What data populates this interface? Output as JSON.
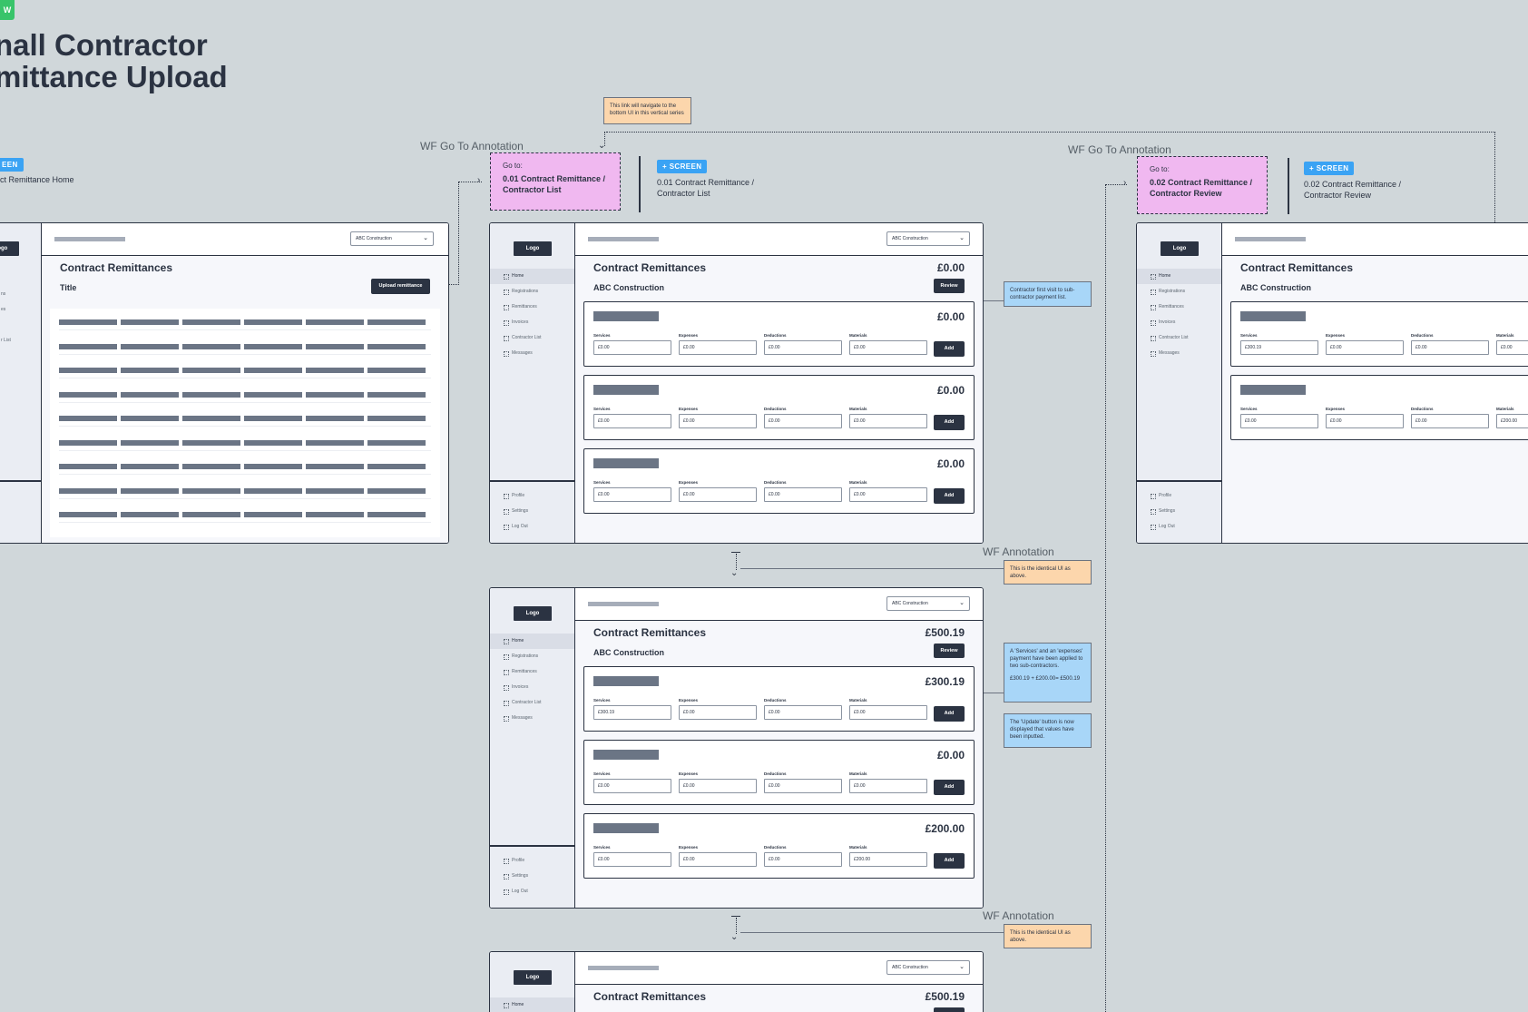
{
  "header": {
    "badge": "W",
    "title": "nall Contractor\nmittance Upload"
  },
  "annotations": {
    "wf_goto_label": "WF Go To Annotation",
    "wf_annotation_label": "WF Annotation",
    "nav_note": "This link will navigate to the bottom UI in this vertical series",
    "first_visit_note": "Contractor first visit to sub-contractor payment list.",
    "identical_note": "This is the identical UI as above.",
    "payment_note_line1": "A 'Services' and an 'expenses' payment have been applied to two sub-contractors.",
    "payment_note_line2": "£300.19 + £200.00= £500.19",
    "update_note": "The 'Update' button is now displayed that values have been inputted."
  },
  "screens": {
    "badge_label": "+ SCREEN",
    "left_badge": "EEN",
    "left_name": "ct Remittance Home",
    "s001_name": "0.01 Contract Remittance / Contractor List",
    "s002_name": "0.02 Contract Remittance / Contractor Review"
  },
  "goto": {
    "label": "Go to:",
    "target1": "0.01 Contract Remittance / Contractor List",
    "target2": "0.02 Contract Remittance / Contractor Review"
  },
  "app": {
    "logo": "Logo",
    "company_select": "ABC Construction",
    "page_title": "Contract Remittances",
    "company_name": "ABC Construction",
    "table_subtitle": "Title",
    "upload_button": "Upload remittance",
    "review_button": "Review",
    "add_button": "Add",
    "field_labels": [
      "Services",
      "Expenses",
      "Deductions",
      "Materials"
    ],
    "nav_items": [
      "Home",
      "Registrations",
      "Remittances",
      "Invoices",
      "Contractor List",
      "Messages"
    ],
    "nav_bottom": [
      "Profile",
      "Settings",
      "Log Out"
    ],
    "left_nav_fragments": [
      "ns",
      "es",
      "r List"
    ]
  },
  "screen_a": {
    "total": "£0.00",
    "cards": [
      {
        "amount": "£0.00",
        "values": [
          "£0.00",
          "£0.00",
          "£0.00",
          "£0.00"
        ]
      },
      {
        "amount": "£0.00",
        "values": [
          "£0.00",
          "£0.00",
          "£0.00",
          "£0.00"
        ]
      },
      {
        "amount": "£0.00",
        "values": [
          "£0.00",
          "£0.00",
          "£0.00",
          "£0.00"
        ]
      }
    ]
  },
  "screen_b": {
    "total": "£500.19",
    "cards": [
      {
        "amount": "£300.19",
        "values": [
          "£300.19",
          "£0.00",
          "£0.00",
          "£0.00"
        ]
      },
      {
        "amount": "£0.00",
        "values": [
          "£0.00",
          "£0.00",
          "£0.00",
          "£0.00"
        ]
      },
      {
        "amount": "£200.00",
        "values": [
          "£0.00",
          "£0.00",
          "£0.00",
          "£200.00"
        ]
      }
    ]
  },
  "screen_c": {
    "total": "£500.19"
  },
  "screen_right": {
    "cards": [
      {
        "values": [
          "£300.19",
          "£0.00",
          "£0.00",
          "£0.00"
        ]
      },
      {
        "values": [
          "£0.00",
          "£0.00",
          "£0.00",
          "£200.00"
        ]
      }
    ]
  }
}
